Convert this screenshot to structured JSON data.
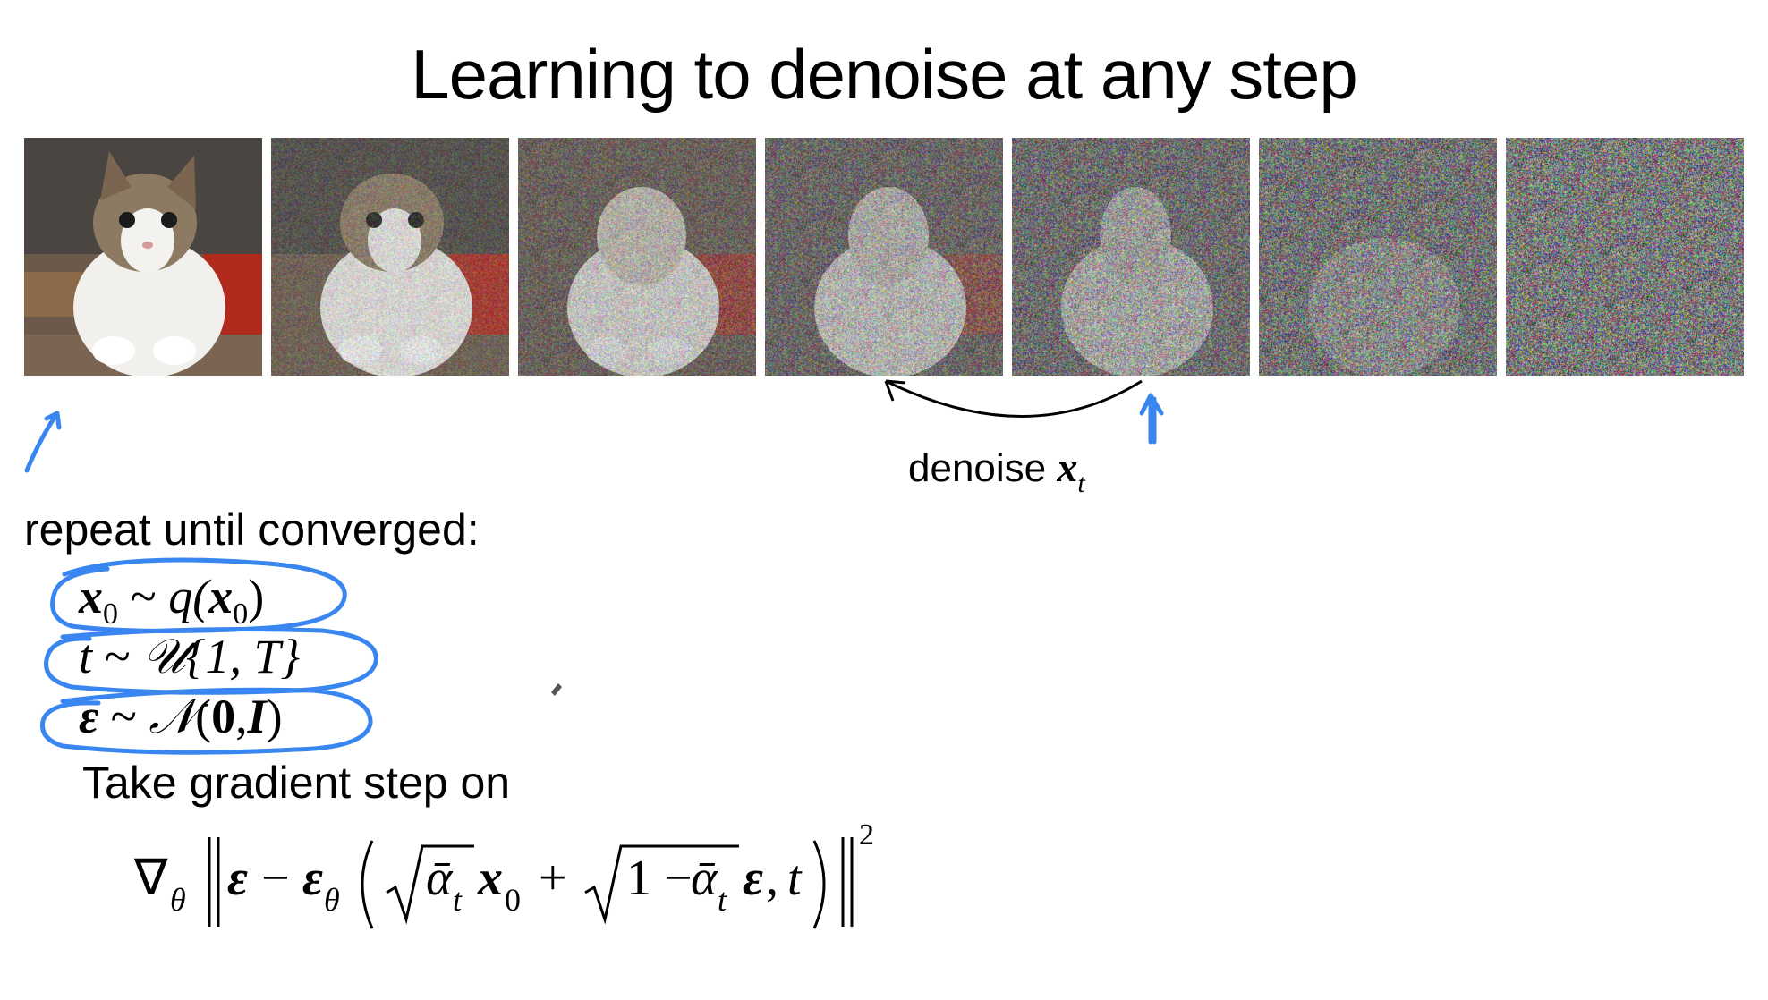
{
  "slide": {
    "title": "Learning to denoise at any step",
    "images": [
      {
        "label": "clean cat image",
        "noise_level": 0.0
      },
      {
        "label": "slightly noisy cat",
        "noise_level": 0.35
      },
      {
        "label": "noisier cat",
        "noise_level": 0.5
      },
      {
        "label": "noisy cat",
        "noise_level": 0.62
      },
      {
        "label": "very noisy cat",
        "noise_level": 0.75
      },
      {
        "label": "mostly noise",
        "noise_level": 0.88
      },
      {
        "label": "pure noise",
        "noise_level": 1.0
      }
    ],
    "caption": {
      "prefix": "denoise",
      "var": "x",
      "sub": "t"
    },
    "repeat_text": "repeat until converged:",
    "steps": {
      "s1": {
        "a": "x",
        "a_sub": "0",
        "op": " ~ ",
        "f": "q(",
        "b": "x",
        "b_sub": "0",
        "close": ")"
      },
      "s2": {
        "a": "t",
        "op": " ~ ",
        "f": "𝒰",
        "rest": "{1, T}"
      },
      "s3": {
        "a": "ε",
        "op": " ~ ",
        "f": "𝒩",
        "open": "(",
        "b1": "0",
        "comma": ",",
        "b2": "I",
        "close": ")"
      }
    },
    "take_text": "Take gradient step on",
    "loss": {
      "nabla": "∇",
      "nabla_sub": "θ",
      "eps": "ε",
      "minus": " − ",
      "eps_theta": "ε",
      "eps_theta_sub": "θ",
      "alpha": "ᾱ",
      "alpha_sub": "t",
      "x": "x",
      "x_sub": "0",
      "plus": " + ",
      "one_minus": "1 − ",
      "t": "t",
      "sq": "2"
    },
    "colors": {
      "ink": "#000000",
      "annotation": "#3a86f0"
    }
  }
}
